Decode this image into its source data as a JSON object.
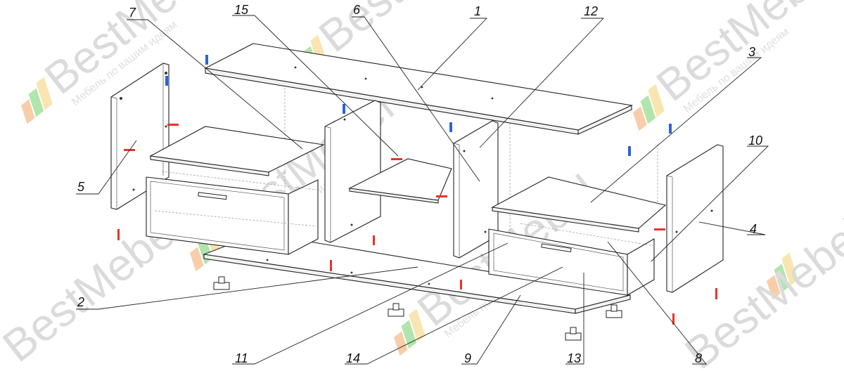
{
  "labels": {
    "l1": "1",
    "l2": "2",
    "l3": "3",
    "l4": "4",
    "l5": "5",
    "l6": "6",
    "l7": "7",
    "l8": "8",
    "l9": "9",
    "l10": "10",
    "l11": "11",
    "l12": "12",
    "l13": "13",
    "l14": "14",
    "l15": "15"
  },
  "watermark": {
    "brand": "BestMebel",
    "tagline": "Мебель по вашим идеям"
  },
  "colors": {
    "line": "#222222",
    "fastener_red": "#e8332a",
    "fastener_blue": "#2d63d6",
    "watermark_green": "#7fd07a",
    "watermark_yellow": "#f5d27a",
    "watermark_orange": "#f7b77a"
  }
}
